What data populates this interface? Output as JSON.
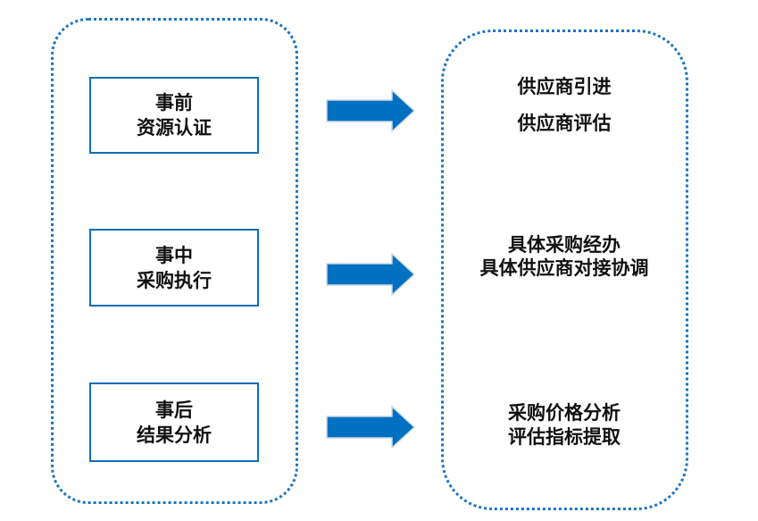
{
  "diagram_title": "procurement-process-flow",
  "colors": {
    "container_border": "#1e73c1",
    "stage_box_border": "#0e6eb8",
    "arrow_fill": "#0070c0",
    "arrow_outline": "#ccd9e6",
    "text": "#111111",
    "background": "#ffffff"
  },
  "left_panel": {
    "stages": [
      {
        "line1": "事前",
        "line2": "资源认证"
      },
      {
        "line1": "事中",
        "line2": "采购执行"
      },
      {
        "line1": "事后",
        "line2": "结果分析"
      }
    ]
  },
  "right_panel": {
    "groups": [
      {
        "lines": [
          "供应商引进",
          "供应商评估"
        ]
      },
      {
        "lines": [
          "具体采购经办",
          "具体供应商对接协调"
        ]
      },
      {
        "lines": [
          "采购价格分析",
          "评估指标提取"
        ]
      }
    ]
  }
}
